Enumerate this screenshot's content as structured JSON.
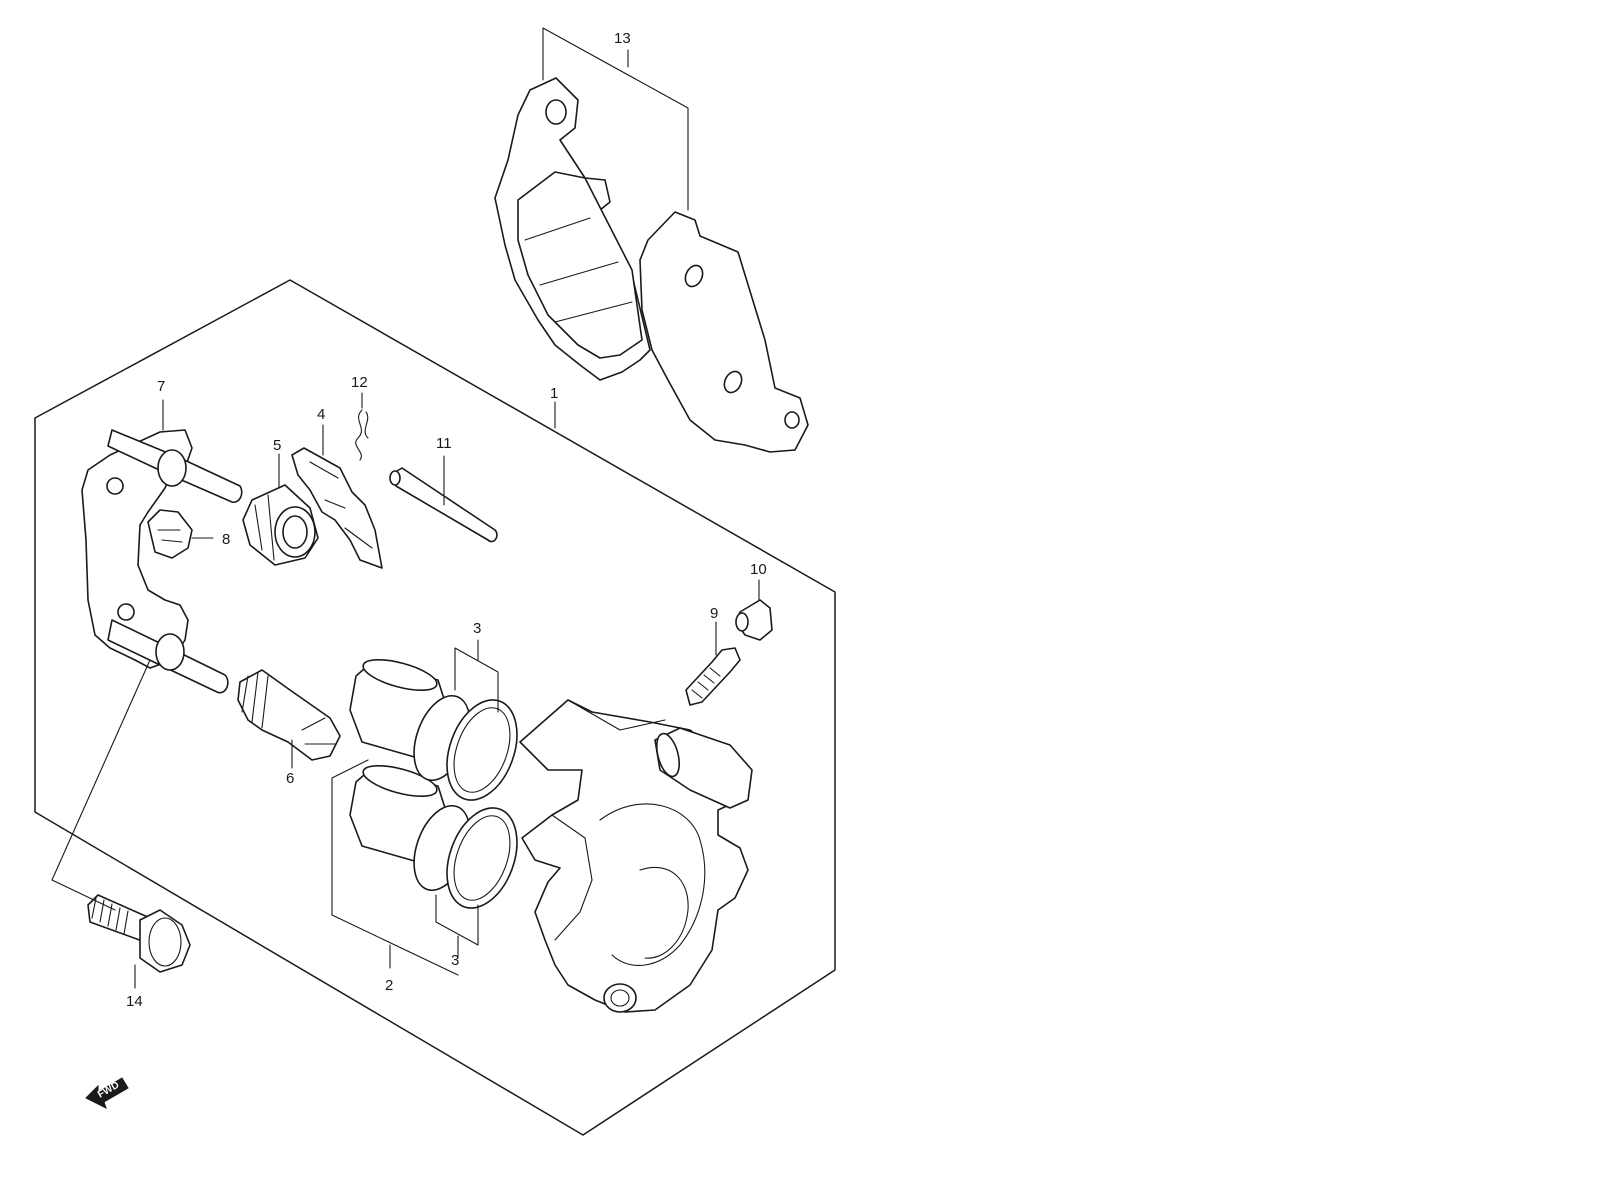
{
  "diagram": {
    "callouts": {
      "p1": "1",
      "p2": "2",
      "p3a": "3",
      "p3b": "3",
      "p4": "4",
      "p5": "5",
      "p6": "6",
      "p7": "7",
      "p8": "8",
      "p9": "9",
      "p10": "10",
      "p11": "11",
      "p12": "12",
      "p13": "13",
      "p14": "14"
    },
    "direction_marker": "FWD",
    "colors": {
      "line": "#1a1a1a",
      "background": "#ffffff"
    }
  }
}
